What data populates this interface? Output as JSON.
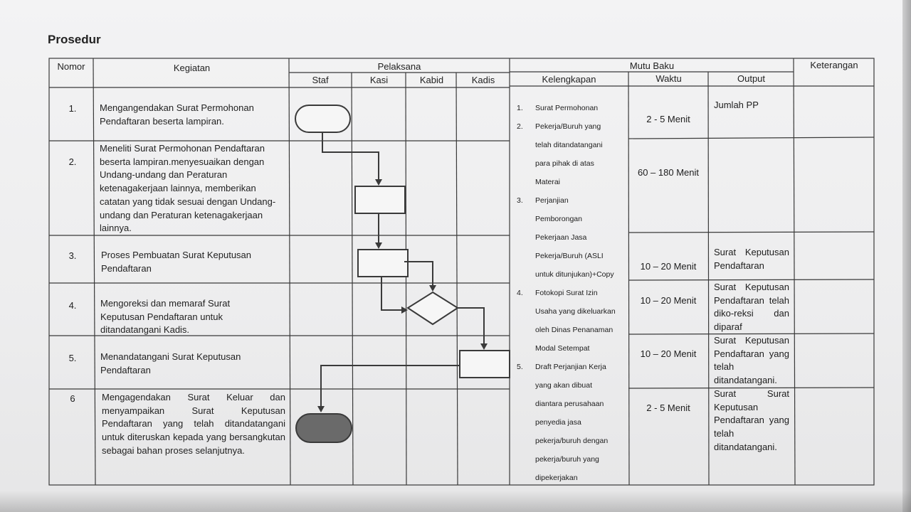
{
  "title": "Prosedur",
  "headers": {
    "nomor": "Nomor",
    "kegiatan": "Kegiatan",
    "pelaksana": "Pelaksana",
    "mutu_baku": "Mutu Baku",
    "keterangan": "Keterangan",
    "staf": "Staf",
    "kasi": "Kasi",
    "kabid": "Kabid",
    "kadis": "Kadis",
    "kelengkapan": "Kelengkapan",
    "waktu": "Waktu",
    "output": "Output"
  },
  "rows": [
    {
      "no": "1.",
      "kegiatan": "Mengangendakan Surat Permohonan Pendaftaran beserta lampiran.",
      "waktu": "2 - 5 Menit",
      "output": "Jumlah PP"
    },
    {
      "no": "2.",
      "kegiatan": "Meneliti Surat Permohonan Pendaftaran beserta lampiran.menyesuaikan dengan Undang-undang dan Peraturan ketenagakerjaan lainnya, memberikan catatan  yang tidak sesuai dengan Undang-undang dan Peraturan ketenagakerjaan lainnya.",
      "waktu": "60 – 180 Menit",
      "output": ""
    },
    {
      "no": "3.",
      "kegiatan": "Proses Pembuatan Surat Keputusan Pendaftaran",
      "waktu": "10 – 20  Menit",
      "output": "Surat  Keputusan Pendaftaran"
    },
    {
      "no": "4.",
      "kegiatan": "Mengoreksi dan memaraf  Surat Keputusan Pendaftaran  untuk ditandatangani Kadis.",
      "waktu": "10 – 20  Menit",
      "output": "Surat Keputusan Pendaftaran telah  diko-reksi dan diparaf"
    },
    {
      "no": "5.",
      "kegiatan": "Menandatangani Surat Keputusan Pendaftaran",
      "waktu": "10 – 20  Menit",
      "output": "Surat Keputusan Pendaftaran yang telah ditandatangani."
    },
    {
      "no": "6",
      "kegiatan": "Mengagendakan Surat Keluar dan menyampaikan Surat Keputusan Pendaftaran  yang telah ditandatangani untuk diteruskan kepada yang bersangkutan sebagai bahan proses selanjutnya.",
      "waktu": "2 - 5 Menit",
      "output": "Surat Surat Keputusan Pendaftaran yang telah ditandatangani."
    }
  ],
  "kelengkapan": [
    {
      "n": "1.",
      "text": "Surat Permohonan"
    },
    {
      "n": "2.",
      "text": "Pekerja/Buruh yang"
    },
    {
      "n": "",
      "text": "telah ditandatangani"
    },
    {
      "n": "",
      "text": "para pihak di atas"
    },
    {
      "n": "",
      "text": "Materai"
    },
    {
      "n": "3.",
      "text": "Perjanjian"
    },
    {
      "n": "",
      "text": "Pemborongan"
    },
    {
      "n": "",
      "text": "Pekerjaan Jasa"
    },
    {
      "n": "",
      "text": "Pekerja/Buruh (ASLI"
    },
    {
      "n": "",
      "text": "untuk ditunjukan)+Copy"
    },
    {
      "n": "4.",
      "text": "Fotokopi Surat Izin"
    },
    {
      "n": "",
      "text": "Usaha yang dikeluarkan"
    },
    {
      "n": "",
      "text": "oleh Dinas Penanaman"
    },
    {
      "n": "",
      "text": "Modal Setempat"
    },
    {
      "n": "5.",
      "text": "Draft Perjanjian Kerja"
    },
    {
      "n": "",
      "text": "yang akan dibuat"
    },
    {
      "n": "",
      "text": "diantara perusahaan"
    },
    {
      "n": "",
      "text": "penyedia jasa"
    },
    {
      "n": "",
      "text": "pekerja/buruh dengan"
    },
    {
      "n": "",
      "text": "pekerja/buruh yang"
    },
    {
      "n": "",
      "text": "dipekerjakan"
    }
  ],
  "colors": {
    "line": "#3a3a3a",
    "end_fill": "#6a6a6a"
  }
}
